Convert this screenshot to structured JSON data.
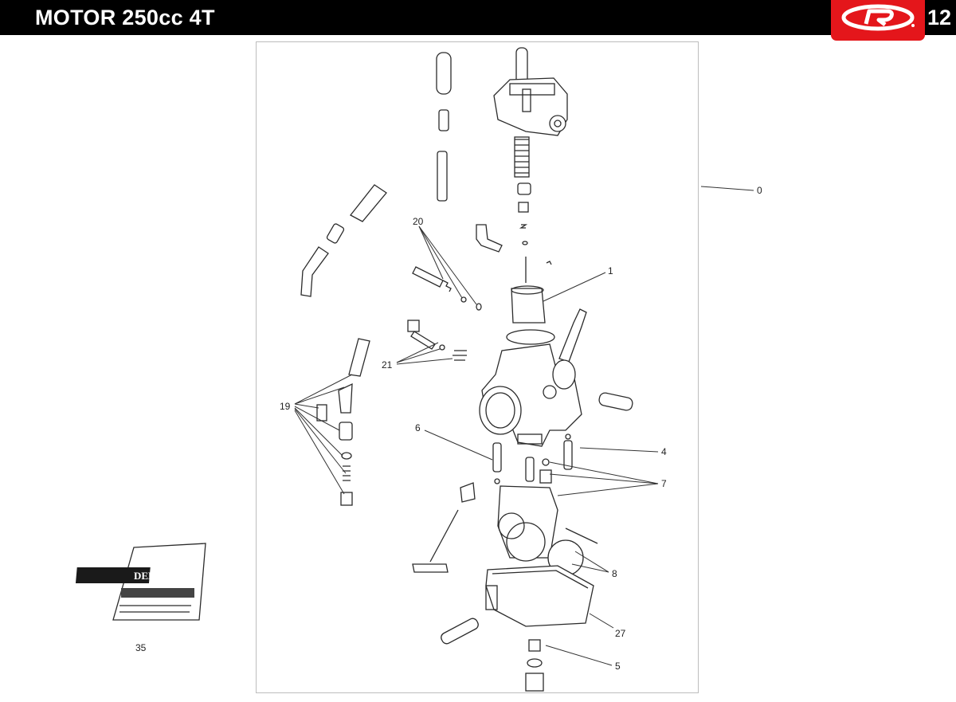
{
  "header": {
    "title": "MOTOR 250cc 4T",
    "page_number": "12",
    "logo_icon": "rieju-r-logo-icon",
    "logo_color": "#e4161b"
  },
  "callouts": [
    "0",
    "1",
    "4",
    "5",
    "6",
    "7",
    "8",
    "19",
    "20",
    "21",
    "27",
    "35"
  ],
  "kit": {
    "brand_text": "DEL LORTO"
  }
}
